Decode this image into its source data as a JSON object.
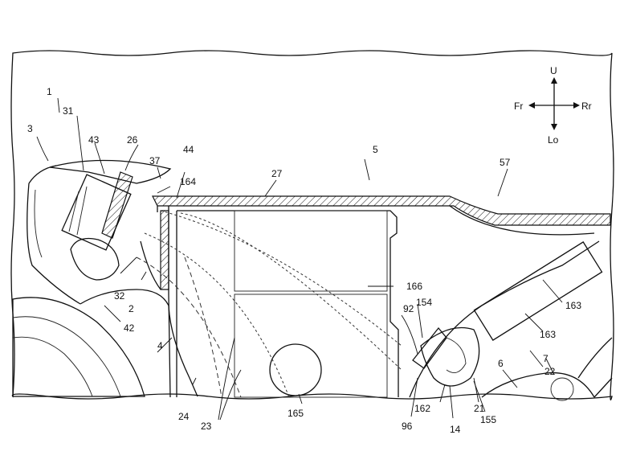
{
  "directions": {
    "up": "U",
    "down": "Lo",
    "front": "Fr",
    "rear": "Rr"
  },
  "ref_numerals": {
    "n1": "1",
    "n2": "2",
    "n3": "3",
    "n4": "4",
    "n5": "5",
    "n6": "6",
    "n7": "7",
    "n14": "14",
    "n21": "21",
    "n22": "22",
    "n23": "23",
    "n24": "24",
    "n26": "26",
    "n27": "27",
    "n31": "31",
    "n32": "32",
    "n37": "37",
    "n42": "42",
    "n43": "43",
    "n44": "44",
    "n57": "57",
    "n92": "92",
    "n96": "96",
    "n154": "154",
    "n155": "155",
    "n162": "162",
    "n163a": "163",
    "n163b": "163",
    "n164": "164",
    "n165": "165",
    "n166": "166"
  }
}
